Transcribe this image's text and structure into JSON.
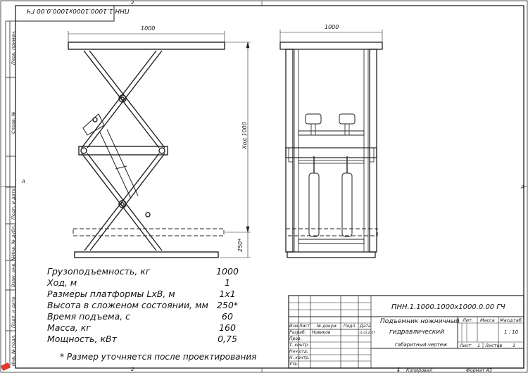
{
  "drawing": {
    "top_code": "ПНН.1.1000.1000x1000.0.00 ГЧ",
    "border": {
      "top_zone": "2",
      "bottom_left_zone": "2",
      "bottom_right_zone": "1",
      "left_zone": "A",
      "right_zone": "A"
    },
    "side_strip": [
      "Перв. примен.",
      "Справ. №",
      "Подп. и дата",
      "Инв. № дубл.",
      "Взам. инв. №",
      "Подп. и дата",
      "Инв. № подл."
    ]
  },
  "dimensions": {
    "side_width": "1000",
    "front_width": "1000",
    "stroke": "Ход 1000",
    "closed_height": "250*"
  },
  "specs": [
    {
      "label": "Грузоподъемность, кг",
      "value": "1000"
    },
    {
      "label": "Ход, м",
      "value": "1"
    },
    {
      "label": "Размеры платформы LxB, м",
      "value": "1х1"
    },
    {
      "label": "Высота в сложеном состоянии, мм",
      "value": "250*"
    },
    {
      "label": "Время подъема, с",
      "value": "60"
    },
    {
      "label": "Масса, кг",
      "value": "160"
    },
    {
      "label": "Мощность, кВт",
      "value": "0,75"
    }
  ],
  "footnote": "* Размер уточняется после проектирования",
  "title_block": {
    "designation": "ПНН.1.1000.1000x1000.0.00 ГЧ",
    "name_line1": "Подъемник ножничный",
    "name_line2": "гидравлический",
    "doc_type": "Габаритный чертеж",
    "col_headers": [
      "Изм.",
      "Лист",
      "№ докум.",
      "Подп.",
      "Дата"
    ],
    "roles": [
      "Разраб.",
      "Пров.",
      "Т. контр.",
      "Нач.отд.",
      "Н. контр.",
      "Утв."
    ],
    "developer": "Новиков",
    "dev_date": "11.03.2017",
    "lit": "Лит.",
    "massa": "Масса",
    "masshtab": "Масштаб",
    "scale": "1 : 10",
    "sheet_label": "Лист",
    "sheet_num": "1",
    "sheets_label": "Листов",
    "sheets_num": "1",
    "copied": "Копировал",
    "format": "Формат A3",
    "bottom_num": "1"
  }
}
